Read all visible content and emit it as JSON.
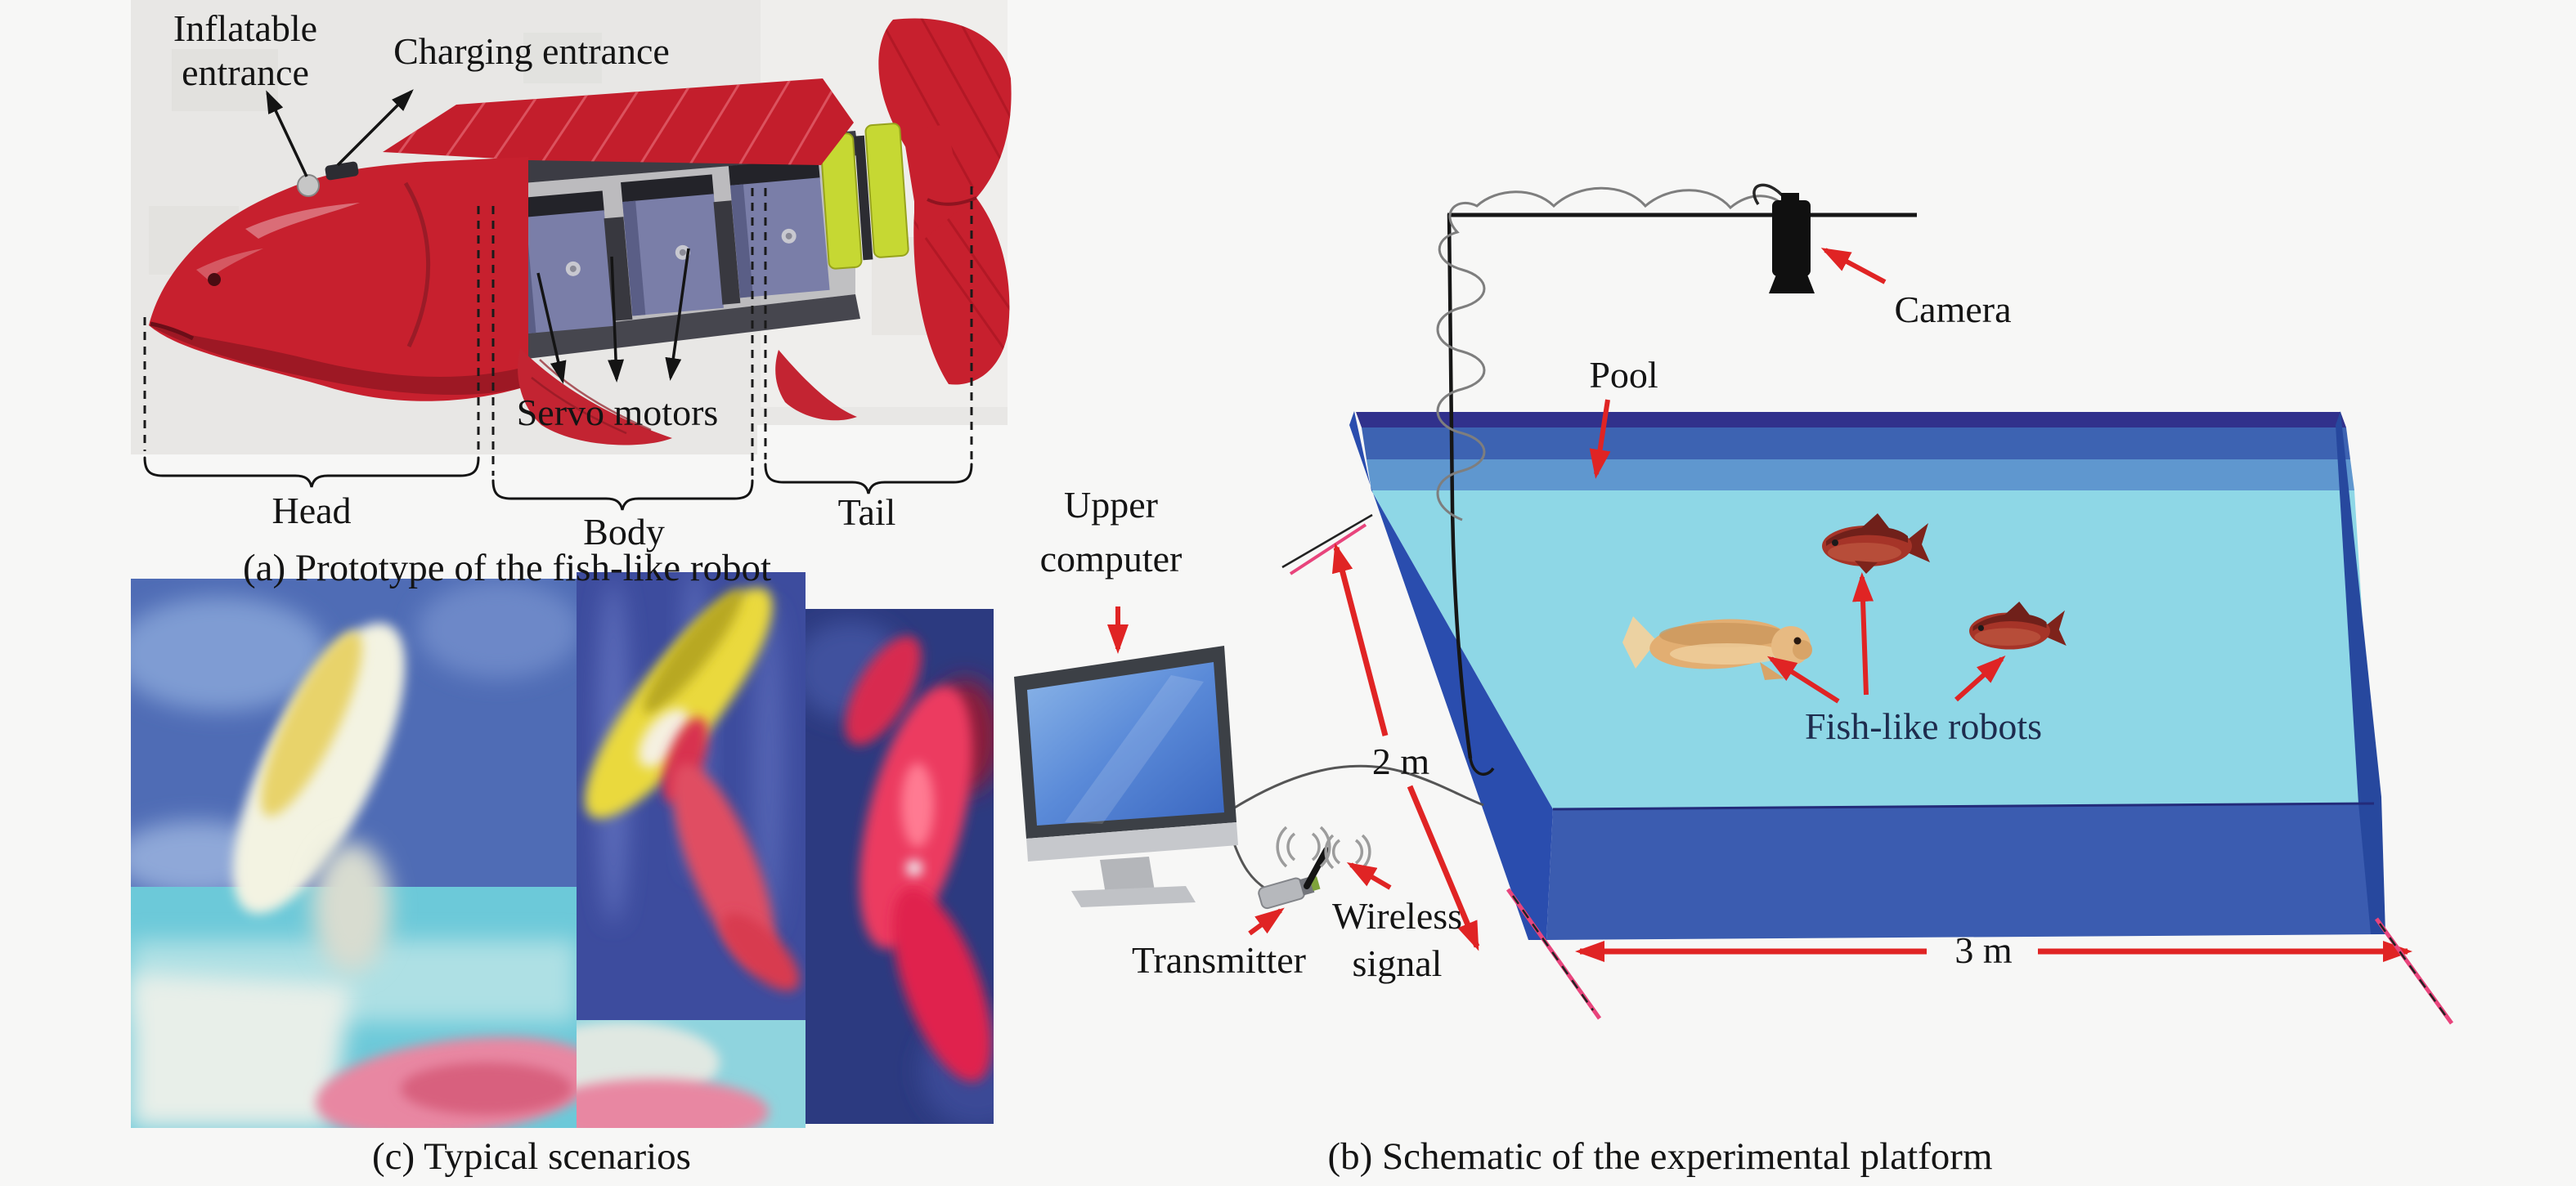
{
  "panel_a": {
    "caption": "(a) Prototype of the fish-like robot",
    "inflatable_line1": "Inflatable",
    "inflatable_line2": "entrance",
    "charging": "Charging entrance",
    "servo": "Servo motors",
    "head": "Head",
    "body": "Body",
    "tail": "Tail"
  },
  "panel_b": {
    "caption": "(b) Schematic of the experimental platform",
    "camera": "Camera",
    "pool": "Pool",
    "upper_line1": "Upper",
    "upper_line2": "computer",
    "transmitter": "Transmitter",
    "wireless_line1": "Wireless",
    "wireless_line2": "signal",
    "fish_robots": "Fish-like robots",
    "dim_side": "2 m",
    "dim_front": "3 m"
  },
  "panel_c": {
    "caption": "(c) Typical scenarios"
  },
  "colors": {
    "arrow_red": "#e02424",
    "extension_magenta": "#e8447c",
    "pool_water": "#8ed7e6",
    "pool_wall_dark": "#2a4dae",
    "pool_wall_front": "#3b5cb0",
    "robot_red": "#c7202e",
    "servo_slate": "#7a7ea8",
    "tail_joint_yellow": "#c6d833"
  }
}
